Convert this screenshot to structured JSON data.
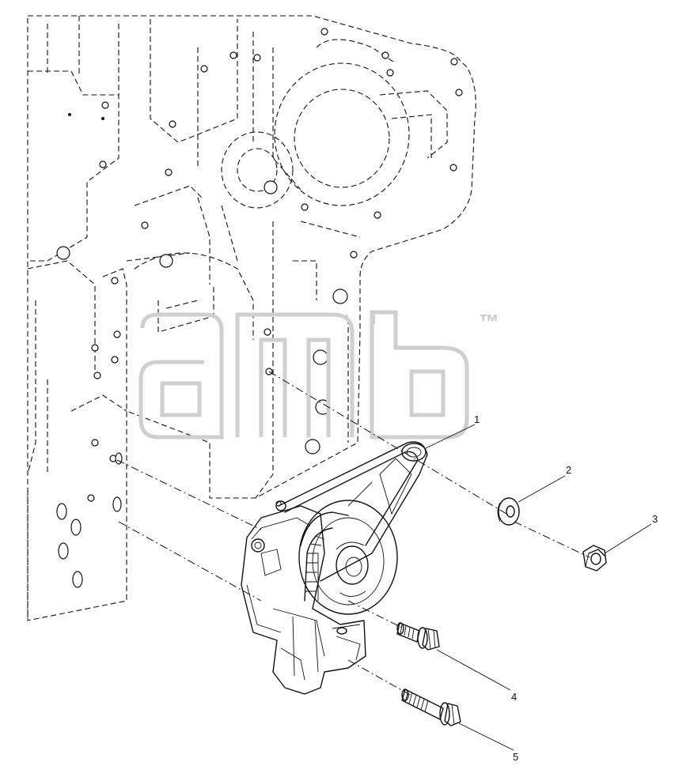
{
  "diagram": {
    "callouts": [
      {
        "id": "callout-1",
        "label": "1"
      },
      {
        "id": "callout-2",
        "label": "2"
      },
      {
        "id": "callout-3",
        "label": "3"
      },
      {
        "id": "callout-4",
        "label": "4"
      },
      {
        "id": "callout-5",
        "label": "5"
      }
    ],
    "watermark": {
      "logo": "amb",
      "trademark": "™"
    }
  }
}
